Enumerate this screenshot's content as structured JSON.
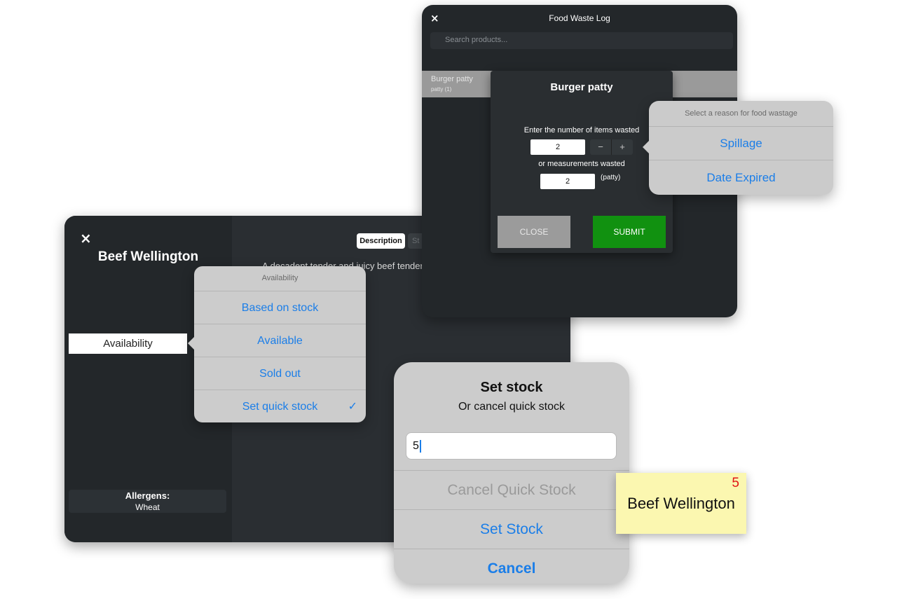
{
  "food_waste_log": {
    "title": "Food Waste Log",
    "close_icon": "×",
    "search_placeholder": "Search products...",
    "row": {
      "name": "Burger patty",
      "subtitle": "patty (1)"
    },
    "dialog": {
      "title": "Burger patty",
      "items_label": "Enter the number of items wasted",
      "items_value": "2",
      "minus": "−",
      "plus": "+",
      "measurements_label": "or measurements wasted",
      "measurements_value": "2",
      "unit": "(patty)",
      "close_button": "CLOSE",
      "submit_button": "SUBMIT"
    },
    "reason_popover": {
      "header": "Select a reason for food wastage",
      "options": [
        "Spillage",
        "Date Expired"
      ]
    }
  },
  "product": {
    "close_icon": "×",
    "title": "Beef Wellington",
    "availability_field": "Availability",
    "tabs": [
      "Description",
      "St"
    ],
    "description": "A decadent tender and juicy beef tender ... osciutto wrap",
    "allergens_label": "Allergens:",
    "allergens_value": "Wheat",
    "availability_popover": {
      "header": "Availability",
      "options": [
        "Based on stock",
        "Available",
        "Sold out",
        "Set quick stock"
      ],
      "check": "✓"
    }
  },
  "stock_alert": {
    "title": "Set stock",
    "subtitle": "Or cancel quick stock",
    "input_value": "5",
    "buttons": [
      "Cancel Quick Stock",
      "Set Stock",
      "Cancel"
    ]
  },
  "tile": {
    "name": "Beef Wellington",
    "count": "5"
  },
  "colors": {
    "accent": "#1b7ee8",
    "submit": "#119110",
    "close": "#9b9b9b",
    "tile": "#fbf7b0",
    "badge": "#e01414"
  }
}
